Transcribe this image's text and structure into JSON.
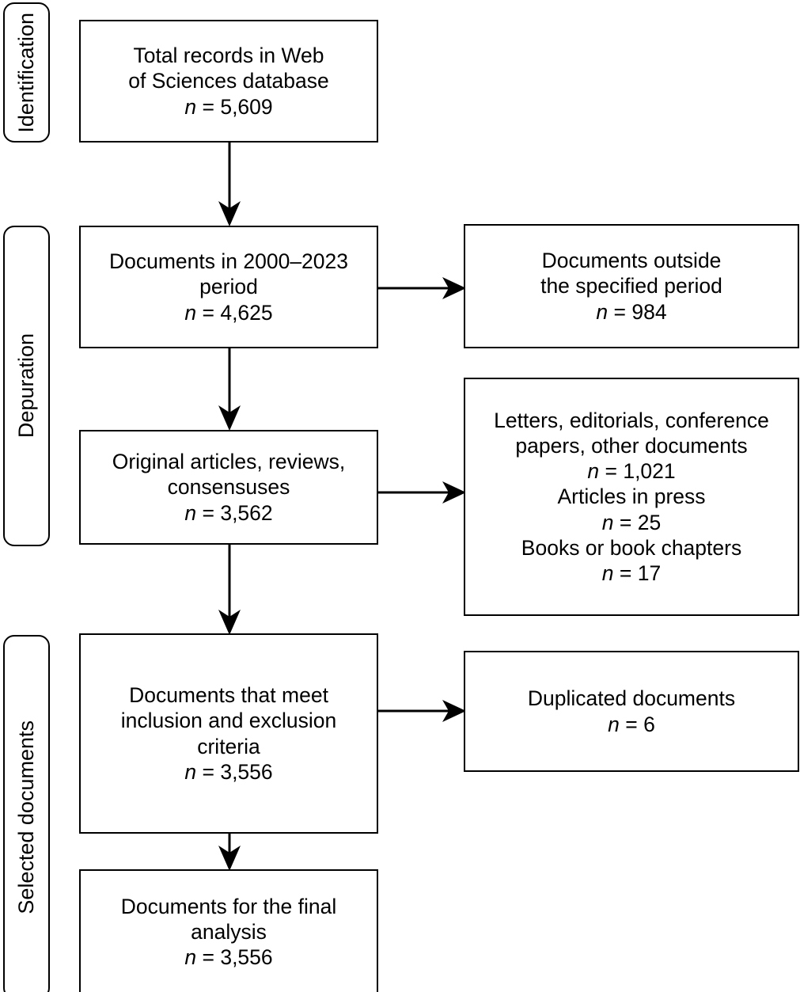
{
  "diagram": {
    "type": "prisma-flow-diagram",
    "stages": [
      {
        "id": "identification",
        "label": "Identification"
      },
      {
        "id": "depuration",
        "label": "Depuration"
      },
      {
        "id": "selected-documents",
        "label": "Selected documents"
      }
    ],
    "nodes": [
      {
        "id": "total-records",
        "stage": "identification",
        "column": "main",
        "lines": [
          "Total records in Web",
          "of Sciences database"
        ],
        "counts": [
          {
            "var": "n",
            "eq": "=",
            "value": "5,609"
          }
        ]
      },
      {
        "id": "documents-in-period",
        "stage": "depuration",
        "column": "main",
        "lines": [
          "Documents in 2000–2023",
          "period"
        ],
        "counts": [
          {
            "var": "n",
            "eq": "=",
            "value": "4,625"
          }
        ]
      },
      {
        "id": "documents-outside-period",
        "stage": "depuration",
        "column": "excluded",
        "lines": [
          "Documents outside",
          "the specified period"
        ],
        "counts": [
          {
            "var": "n",
            "eq": "=",
            "value": "984"
          }
        ]
      },
      {
        "id": "original-articles",
        "stage": "depuration",
        "column": "main",
        "lines": [
          "Original articles, reviews,",
          "consensuses"
        ],
        "counts": [
          {
            "var": "n",
            "eq": "=",
            "value": "3,562"
          }
        ]
      },
      {
        "id": "excluded-document-types",
        "stage": "depuration",
        "column": "excluded",
        "groups": [
          {
            "lines": [
              "Letters, editorials, conference",
              "papers, other documents"
            ],
            "count": {
              "var": "n",
              "eq": "=",
              "value": "1,021"
            }
          },
          {
            "lines": [
              "Articles in press"
            ],
            "count": {
              "var": "n",
              "eq": "=",
              "value": "25"
            }
          },
          {
            "lines": [
              "Books or book chapters"
            ],
            "count": {
              "var": "n",
              "eq": "=",
              "value": "17"
            }
          }
        ]
      },
      {
        "id": "meet-criteria",
        "stage": "selected-documents",
        "column": "main",
        "lines": [
          "Documents that meet",
          "inclusion and exclusion",
          "criteria"
        ],
        "counts": [
          {
            "var": "n",
            "eq": "=",
            "value": "3,556"
          }
        ]
      },
      {
        "id": "duplicated-documents",
        "stage": "selected-documents",
        "column": "excluded",
        "lines": [
          "Duplicated documents"
        ],
        "counts": [
          {
            "var": "n",
            "eq": "=",
            "value": "6"
          }
        ]
      },
      {
        "id": "final-analysis",
        "stage": "selected-documents",
        "column": "main",
        "lines": [
          "Documents for the final",
          "analysis"
        ],
        "counts": [
          {
            "var": "n",
            "eq": "=",
            "value": "3,556"
          }
        ]
      }
    ],
    "connectors": [
      {
        "id": "total-records-to-documents-in-period",
        "direction": "down"
      },
      {
        "id": "documents-in-period-to-outside-period",
        "direction": "right"
      },
      {
        "id": "documents-in-period-to-original-articles",
        "direction": "down"
      },
      {
        "id": "original-articles-to-excluded-types",
        "direction": "right"
      },
      {
        "id": "original-articles-to-meet-criteria",
        "direction": "down"
      },
      {
        "id": "meet-criteria-to-duplicated",
        "direction": "right"
      },
      {
        "id": "meet-criteria-to-final-analysis",
        "direction": "down"
      }
    ],
    "colors": {
      "stroke": "#000000",
      "background": "#ffffff",
      "text": "#000000"
    }
  }
}
